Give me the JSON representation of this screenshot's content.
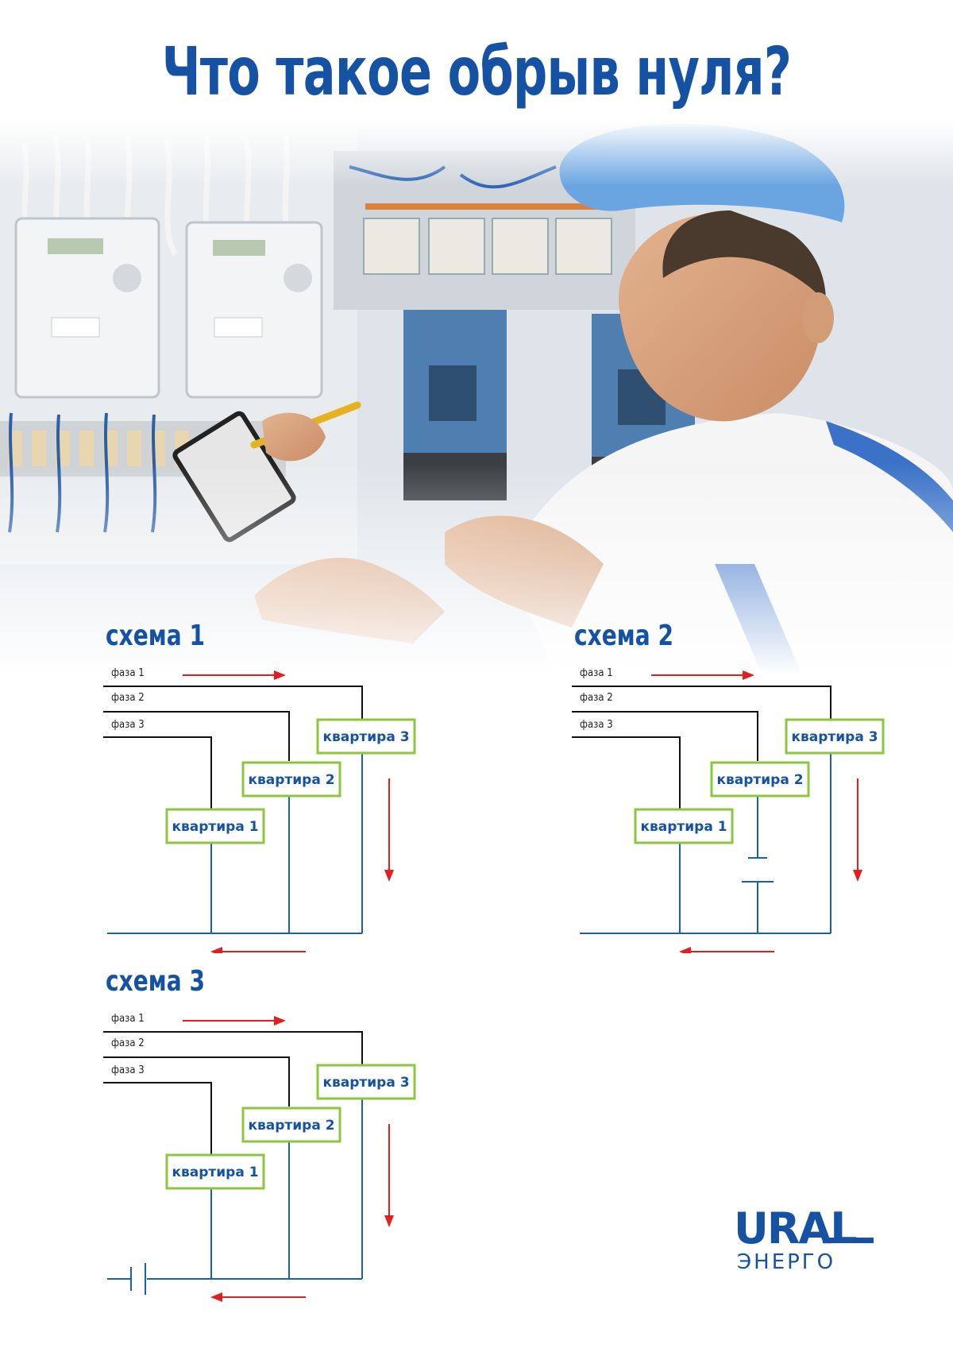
{
  "title": "Что такое обрыв нуля?",
  "colors": {
    "title_blue": "#1552a3",
    "phase_line": "#111111",
    "neutral_line": "#1a5fb4",
    "arrow_red": "#e41e1e",
    "box_green": "#8cc63f"
  },
  "photo": {
    "icon": "electrician-at-switchboard-photo"
  },
  "schemes": [
    {
      "title": "схема 1",
      "phases": [
        "фаза 1",
        "фаза 2",
        "фаза 3"
      ],
      "apartments": [
        "квартира 1",
        "квартира 2",
        "квартира 3"
      ],
      "break": "none"
    },
    {
      "title": "схема 2",
      "phases": [
        "фаза 1",
        "фаза 2",
        "фаза 3"
      ],
      "apartments": [
        "квартира 1",
        "квартира 2",
        "квартира 3"
      ],
      "break": "apartment-2"
    },
    {
      "title": "схема 3",
      "phases": [
        "фаза 1",
        "фаза 2",
        "фаза 3"
      ],
      "apartments": [
        "квартира 1",
        "квартира 2",
        "квартира 3"
      ],
      "break": "common-neutral"
    }
  ],
  "logo": {
    "top": "URAL",
    "bottom": "ЭНЕРГО"
  }
}
